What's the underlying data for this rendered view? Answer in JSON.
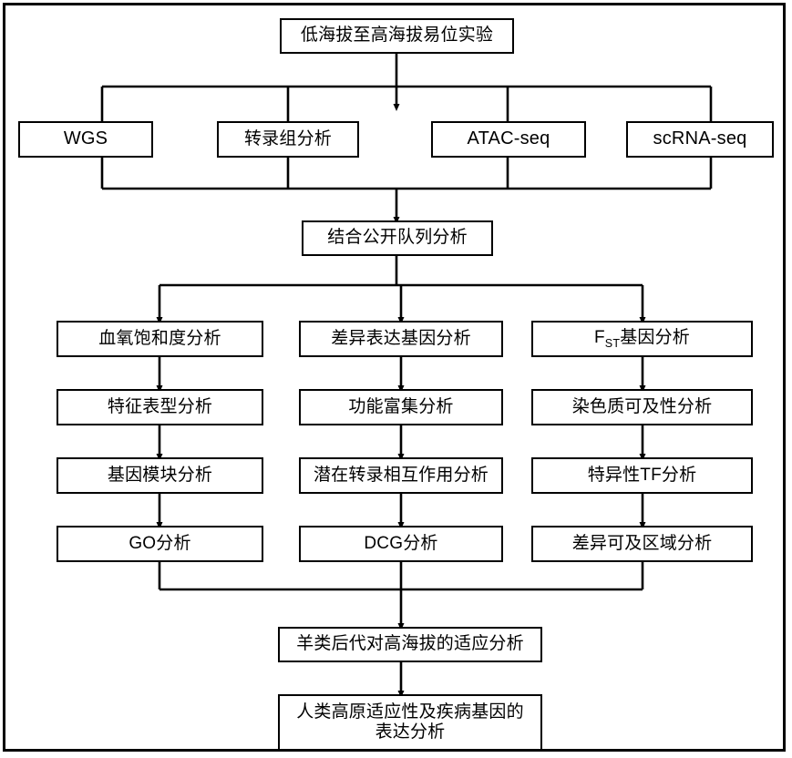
{
  "diagram": {
    "type": "flowchart",
    "title_node": "低海拔至高海拔易位实验",
    "orientation": "top-to-bottom",
    "line_color": "#000000",
    "box_fill": "#ffffff",
    "border_color": "#000000",
    "nodes": {
      "experiment": "低海拔至高海拔易位实验",
      "assay_wgs": "WGS",
      "assay_transcriptome": "转录组分析",
      "assay_atac": "ATAC-seq",
      "assay_scrna": "scRNA-seq",
      "cohort": "结合公开队列分析",
      "col1_row1": "血氧饱和度分析",
      "col1_row2": "特征表型分析",
      "col1_row3": "基因模块分析",
      "col1_row4": "GO分析",
      "col2_row1": "差异表达基因分析",
      "col2_row2": "功能富集分析",
      "col2_row3": "潜在转录相互作用分析",
      "col2_row4": "DCG分析",
      "col3_row1_prefix": "F",
      "col3_row1_sub": "ST",
      "col3_row1_suffix": "基因分析",
      "col3_row2": "染色质可及性分析",
      "col3_row3": "特异性TF分析",
      "col3_row4": "差异可及区域分析",
      "sheep_adaptation": "羊类后代对高海拔的适应分析",
      "human_expression": "人类高原适应性及疾病基因的\n表达分析"
    }
  }
}
